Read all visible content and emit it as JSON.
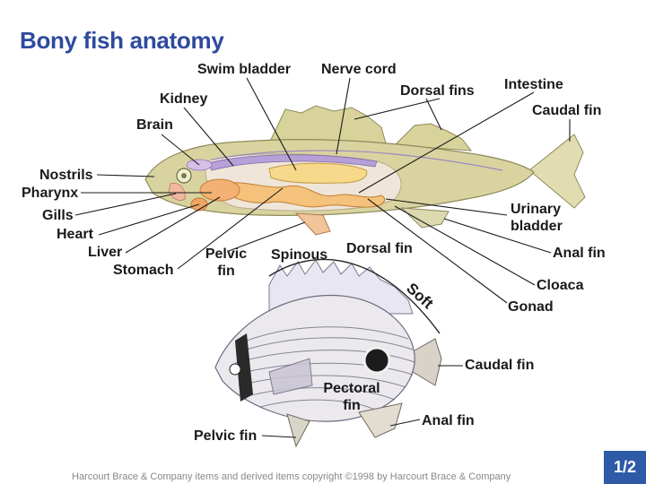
{
  "title": "Bony fish anatomy",
  "labels": {
    "swim_bladder": "Swim bladder",
    "nerve_cord": "Nerve cord",
    "kidney": "Kidney",
    "dorsal_fins": "Dorsal fins",
    "intestine": "Intestine",
    "caudal_fin_top": "Caudal fin",
    "brain": "Brain",
    "nostrils": "Nostrils",
    "pharynx": "Pharynx",
    "gills": "Gills",
    "heart": "Heart",
    "liver": "Liver",
    "stomach": "Stomach",
    "pelvic_fin_top_line1": "Pelvic",
    "pelvic_fin_top_line2": "fin",
    "spinous": "Spinous",
    "dorsal_fin": "Dorsal fin",
    "urinary_bladder_line1": "Urinary",
    "urinary_bladder_line2": "bladder",
    "anal_fin_top": "Anal fin",
    "soft": "Soft",
    "cloaca": "Cloaca",
    "gonad": "Gonad",
    "caudal_fin_bottom": "Caudal fin",
    "pectoral_fin_line1": "Pectoral",
    "pectoral_fin_line2": "fin",
    "anal_fin_bottom": "Anal fin",
    "pelvic_fin_bottom": "Pelvic fin"
  },
  "footer": "Harcourt Brace & Company items and derived items copyright ©1998 by Harcourt Brace & Company",
  "page_badge": "1/2",
  "colors": {
    "title": "#2e4a9e",
    "badge": "#2e5aa8",
    "perch_body": "#d9d3a0",
    "organs": "#f4c27a",
    "swim_bladder": "#f6d98a",
    "kidney": "#b7a0d8"
  }
}
